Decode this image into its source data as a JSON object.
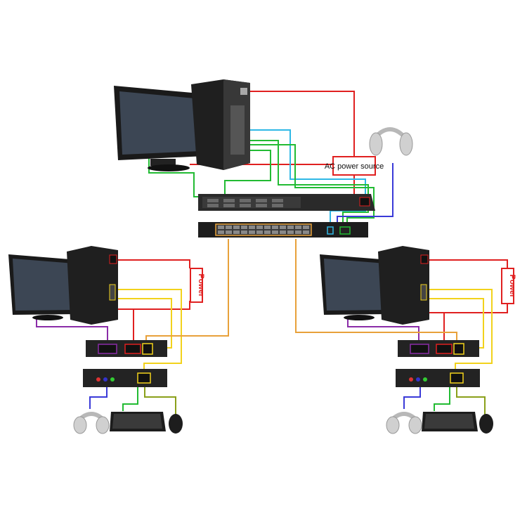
{
  "labels": {
    "ac_power_source": "AC power source",
    "power_left": "Power",
    "power_right": "Power"
  },
  "colors": {
    "red": "#e02020",
    "cyan": "#2fb8e6",
    "green": "#22bb33",
    "blue": "#3a3ad8",
    "orange": "#e8a13a",
    "yellow": "#f2d21c",
    "purple": "#8a2ca8",
    "olive": "#8aa01a",
    "chassis": "#2a2a2a"
  },
  "icons": [
    "desktop-monitor",
    "pc-tower",
    "headset",
    "kvm-switch",
    "network-switch",
    "video-receiver",
    "usb-audio-receiver",
    "keyboard",
    "mouse"
  ]
}
